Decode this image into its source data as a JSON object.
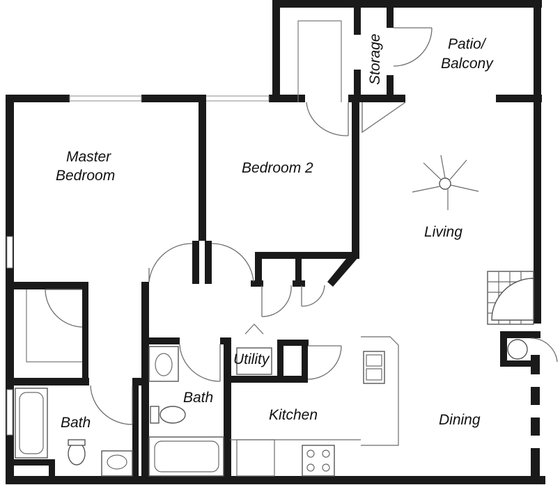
{
  "rooms": {
    "storage": "Storage",
    "patio_line1": "Patio/",
    "patio_line2": "Balcony",
    "master_line1": "Master",
    "master_line2": "Bedroom",
    "bedroom2": "Bedroom 2",
    "living": "Living",
    "utility": "Utility",
    "bath_left": "Bath",
    "bath_center": "Bath",
    "kitchen": "Kitchen",
    "dining": "Dining"
  },
  "colors": {
    "wall": "#1a1a1a",
    "background": "#ffffff",
    "fixture_line": "#6e6e6e"
  }
}
